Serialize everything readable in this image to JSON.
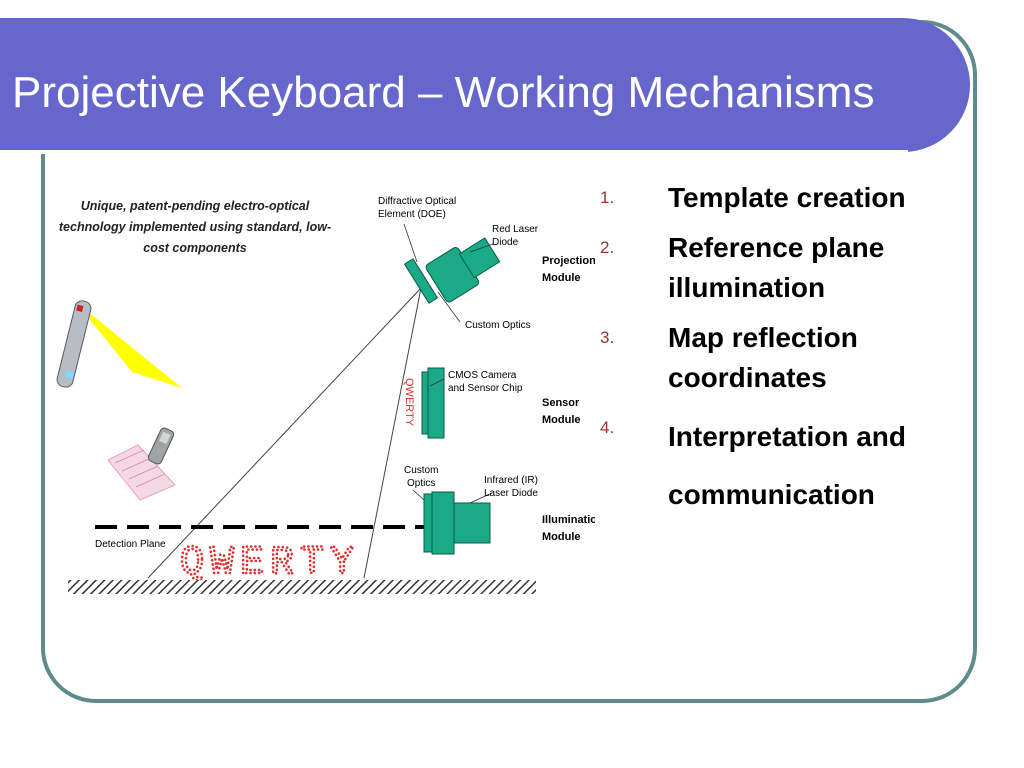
{
  "slide": {
    "title": "Projective Keyboard – Working Mechanisms"
  },
  "diagram": {
    "caption_line1": "Unique, patent-pending electro-optical",
    "caption_line2": "technology implemented using standard, low-",
    "caption_line3": "cost components",
    "doe_label_line1": "Diffractive Optical",
    "doe_label_line2": "Element (DOE)",
    "red_laser_line1": "Red Laser",
    "red_laser_line2": "Diode",
    "projection_line1": "Projection",
    "projection_line2": "Module",
    "custom_optics_top": "Custom Optics",
    "cmos_line1": "CMOS Camera",
    "cmos_line2": "and Sensor Chip",
    "sensor_line1": "Sensor",
    "sensor_line2": "Module",
    "vertical_qwerty": "QWERTY",
    "custom_optics_line1": "Custom",
    "custom_optics_line2": "Optics",
    "ir_line1": "Infrared (IR)",
    "ir_line2": "Laser Diode",
    "illum_line1": "Illumination",
    "illum_line2": "Module",
    "detection_plane": "Detection Plane",
    "qwerty": "QWERTY"
  },
  "steps": [
    {
      "num": "1.",
      "text": "Template creation"
    },
    {
      "num": "2.",
      "text": "Reference plane illumination"
    },
    {
      "num": "3.",
      "text": "Map reflection coordinates"
    },
    {
      "num": "4.",
      "text": "Interpretation and communication"
    }
  ],
  "colors": {
    "title_bar": "#6666cc",
    "frame_border": "#5e8c8c",
    "module_green": "#1aaa88",
    "qwerty_red": "#e03030",
    "laser_yellow": "#ffff00",
    "step_number": "#993333"
  }
}
